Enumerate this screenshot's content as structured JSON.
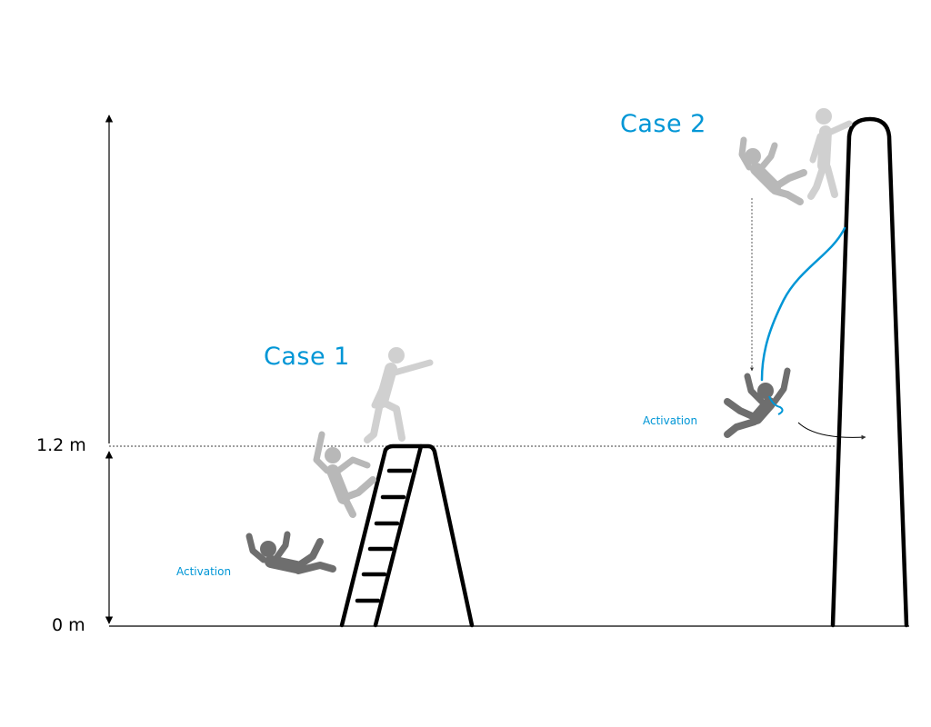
{
  "height_axis": {
    "top_label": "1.2 m",
    "bottom_label": "0 m"
  },
  "case1": {
    "title": "Case 1",
    "activation_label": "Activation"
  },
  "case2": {
    "title": "Case 2",
    "activation_label": "Activation"
  },
  "colors": {
    "accent": "#0096d6",
    "line": "#000000",
    "figure_light": "#c8c8c8",
    "figure_mid": "#b4b4b4",
    "figure_dark": "#6e6e6e"
  }
}
